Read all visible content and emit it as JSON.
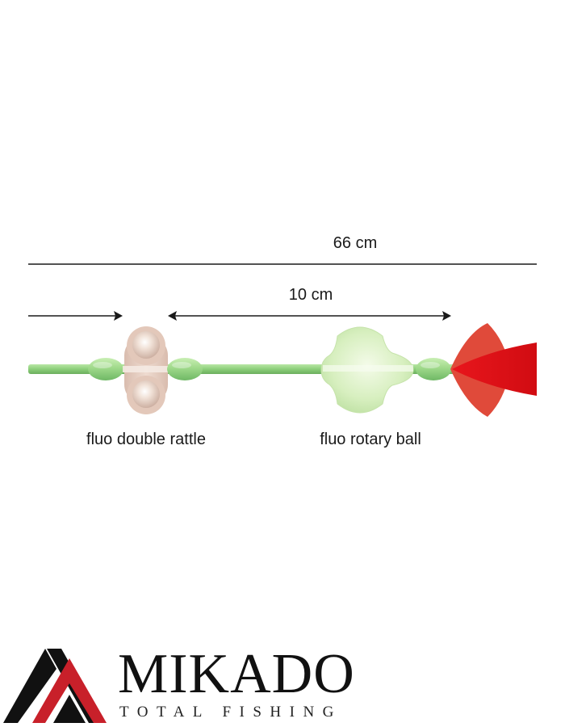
{
  "measurements": {
    "total": "66 cm",
    "spacing": "10 cm"
  },
  "components": {
    "rattle": "fluo double rattle",
    "rotary": "fluo rotary ball"
  },
  "brand": {
    "name": "MIKADO",
    "tagline": "TOTAL FISHING"
  },
  "colors": {
    "line": "#8ccf7a",
    "bead": "#9fd98a",
    "rattle": "#e7cdbf",
    "rotary": "#d7efbf",
    "lure": "#e8161c",
    "logo_red": "#c8202a",
    "logo_black": "#111111"
  }
}
